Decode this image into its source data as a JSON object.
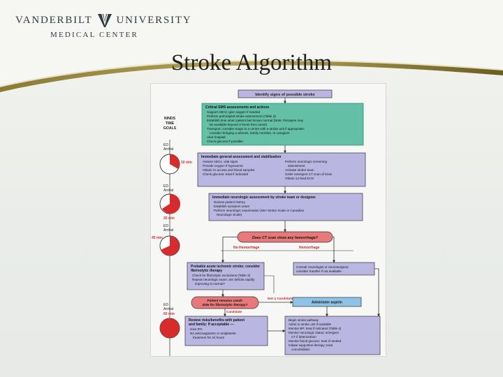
{
  "brand": {
    "university": "VANDERBILT",
    "university_suffix": "UNIVERSITY",
    "center": "MEDICAL CENTER"
  },
  "slide_title": "Stroke Algorithm",
  "colors": {
    "teal": "#63bfa5",
    "teal_dark": "#2f8f78",
    "purple": "#b9b7e2",
    "blue": "#8ec3e6",
    "salmon": "#e8797a",
    "clock_red": "#d82b2b",
    "header_brown": "#7a6a2a"
  },
  "flowchart": {
    "ninds": [
      "NINDS",
      "TIME",
      "GOALS"
    ],
    "timers": [
      {
        "label": [
          "ED",
          "Arrival"
        ],
        "time": "10 min"
      },
      {
        "label": [
          "ED",
          "Arrival"
        ],
        "time": "25 min"
      },
      {
        "label": [
          "ED",
          "Arrival"
        ],
        "time": "45 min"
      },
      {
        "label": [
          "ED",
          "Arrival"
        ],
        "time": "60 min"
      }
    ],
    "identify": "Identify signs of possible stroke",
    "ems": {
      "title": "Critical EMS assessments and actions",
      "items": [
        "Support ABCs; give oxygen if needed",
        "Perform prehospital stroke assessment (Table 2)",
        "Establish time when patient last known normal (Note: therapies may",
        "be available beyond 3 hours from onset)",
        "Transport; consider triage to a center with a stroke unit if appropriate;",
        "consider bringing a witness, family member, or caregiver",
        "Alert hospital",
        "Check glucose if possible"
      ]
    },
    "general": {
      "title": "Immediate general assessment and stabilization",
      "left": [
        "Assess ABCs, vital signs",
        "Provide oxygen if hypoxemic",
        "Obtain IV access and blood samples",
        "Check glucose; treat if indicated"
      ],
      "right": [
        "Perform neurologic screening",
        "assessment",
        "Activate stroke team",
        "Order emergent CT scan of brain",
        "Obtain 12-lead ECG"
      ]
    },
    "neuro": {
      "title": "Immediate neurologic assessment by stroke team or designee",
      "items": [
        "Review patient history",
        "Establish symptom onset",
        "Perform neurologic examination (NIH Stroke Scale or Canadian",
        "Neurologic Scale)"
      ]
    },
    "ct_question": "Does CT scan show any hemorrhage?",
    "no_hemorrhage": "No Hemorrhage",
    "hemorrhage": "Hemorrhage",
    "ischemic": {
      "title": [
        "Probable acute ischemic stroke; consider",
        "fibrinolytic therapy"
      ],
      "items": [
        "Check for fibrinolytic exclusions (Table 3)",
        "Repeat neurologic exam: are deficits rapidly",
        "improving to normal?"
      ]
    },
    "consult": [
      "Consult neurologist or neurosurgeon;",
      "consider transfer if not available"
    ],
    "candidate_question": [
      "Patient remains candi-",
      "date for fibrinolytic therapy?"
    ],
    "not_candidate": "Not a Candidate",
    "aspirin": "Administer aspirin",
    "candidate": "Candidate",
    "review": {
      "title": [
        "Review risks/benefits with patient",
        "and family: If acceptable —"
      ],
      "items": [
        "Give tPA",
        "No anticoagulants or antiplatelet",
        "treatment for 24 hours"
      ]
    },
    "pathway": [
      "Begin stroke pathway",
      "Admit to stroke unit if available",
      "Monitor BP; treat if indicated (Table 4)",
      "Monitor neurologic status; emergent",
      "CT if deterioration",
      "Monitor blood glucose; treat if needed",
      "Initiate supportive therapy; treat",
      "comorbidities"
    ]
  }
}
